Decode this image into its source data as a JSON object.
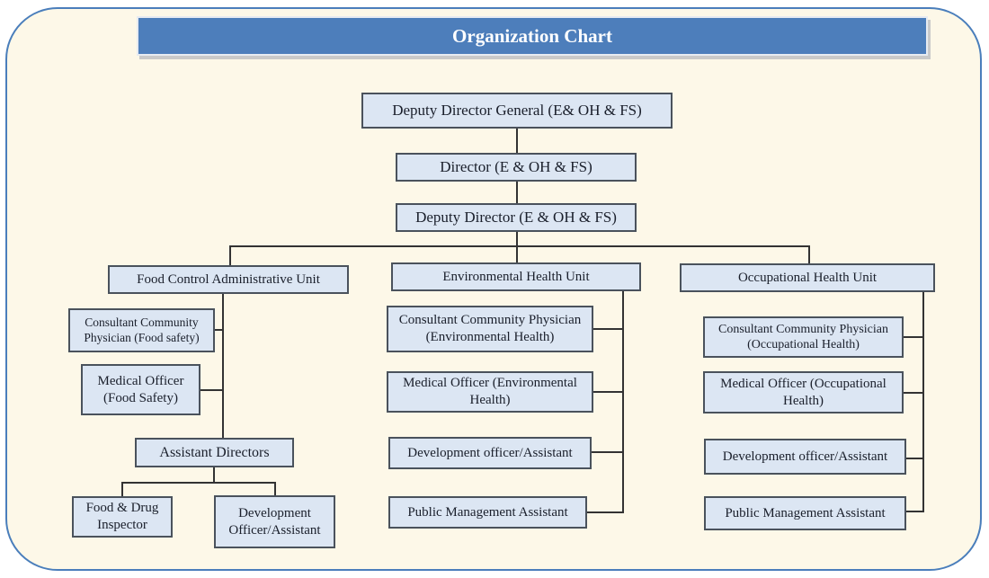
{
  "title": "Organization Chart",
  "colors": {
    "banner_fill": "#4d7ebb",
    "box_fill": "#dce6f3",
    "box_border": "#4a525c",
    "canvas_background": "#fdf8e8",
    "canvas_border": "#4a7ebb",
    "connector_line": "#333333",
    "title_text": "#ffffff",
    "box_text": "#1a1f2b"
  },
  "nodes": {
    "dd_general": {
      "label": "Deputy Director General (E& OH & FS)"
    },
    "director": {
      "label": "Director (E & OH & FS)"
    },
    "deputy_director": {
      "label": "Deputy Director (E & OH & FS)"
    },
    "food_unit": {
      "label": "Food Control Administrative Unit"
    },
    "env_unit": {
      "label": "Environmental Health Unit"
    },
    "occ_unit": {
      "label": "Occupational Health Unit"
    },
    "food_ccp": {
      "label": "Consultant Community Physician (Food safety)"
    },
    "food_mo": {
      "label": "Medical Officer (Food Safety)"
    },
    "asst_dir": {
      "label": "Assistant Directors"
    },
    "food_inspector": {
      "label": "Food & Drug Inspector"
    },
    "food_dev": {
      "label": "Development Officer/Assistant"
    },
    "env_ccp": {
      "label": "Consultant Community Physician (Environmental Health)"
    },
    "env_mo": {
      "label": "Medical Officer (Environmental Health)"
    },
    "env_dev": {
      "label": "Development officer/Assistant"
    },
    "env_pma": {
      "label": "Public Management Assistant"
    },
    "occ_ccp": {
      "label": "Consultant Community Physician (Occupational Health)"
    },
    "occ_mo": {
      "label": "Medical Officer (Occupational Health)"
    },
    "occ_dev": {
      "label": "Development officer/Assistant"
    },
    "occ_pma": {
      "label": "Public Management Assistant"
    }
  },
  "edges": [
    [
      "dd_general",
      "director"
    ],
    [
      "director",
      "deputy_director"
    ],
    [
      "deputy_director",
      "food_unit"
    ],
    [
      "deputy_director",
      "env_unit"
    ],
    [
      "deputy_director",
      "occ_unit"
    ],
    [
      "food_unit",
      "food_ccp"
    ],
    [
      "food_unit",
      "food_mo"
    ],
    [
      "food_unit",
      "asst_dir"
    ],
    [
      "asst_dir",
      "food_inspector"
    ],
    [
      "asst_dir",
      "food_dev"
    ],
    [
      "env_unit",
      "env_ccp"
    ],
    [
      "env_unit",
      "env_mo"
    ],
    [
      "env_unit",
      "env_dev"
    ],
    [
      "env_unit",
      "env_pma"
    ],
    [
      "occ_unit",
      "occ_ccp"
    ],
    [
      "occ_unit",
      "occ_mo"
    ],
    [
      "occ_unit",
      "occ_dev"
    ],
    [
      "occ_unit",
      "occ_pma"
    ]
  ]
}
